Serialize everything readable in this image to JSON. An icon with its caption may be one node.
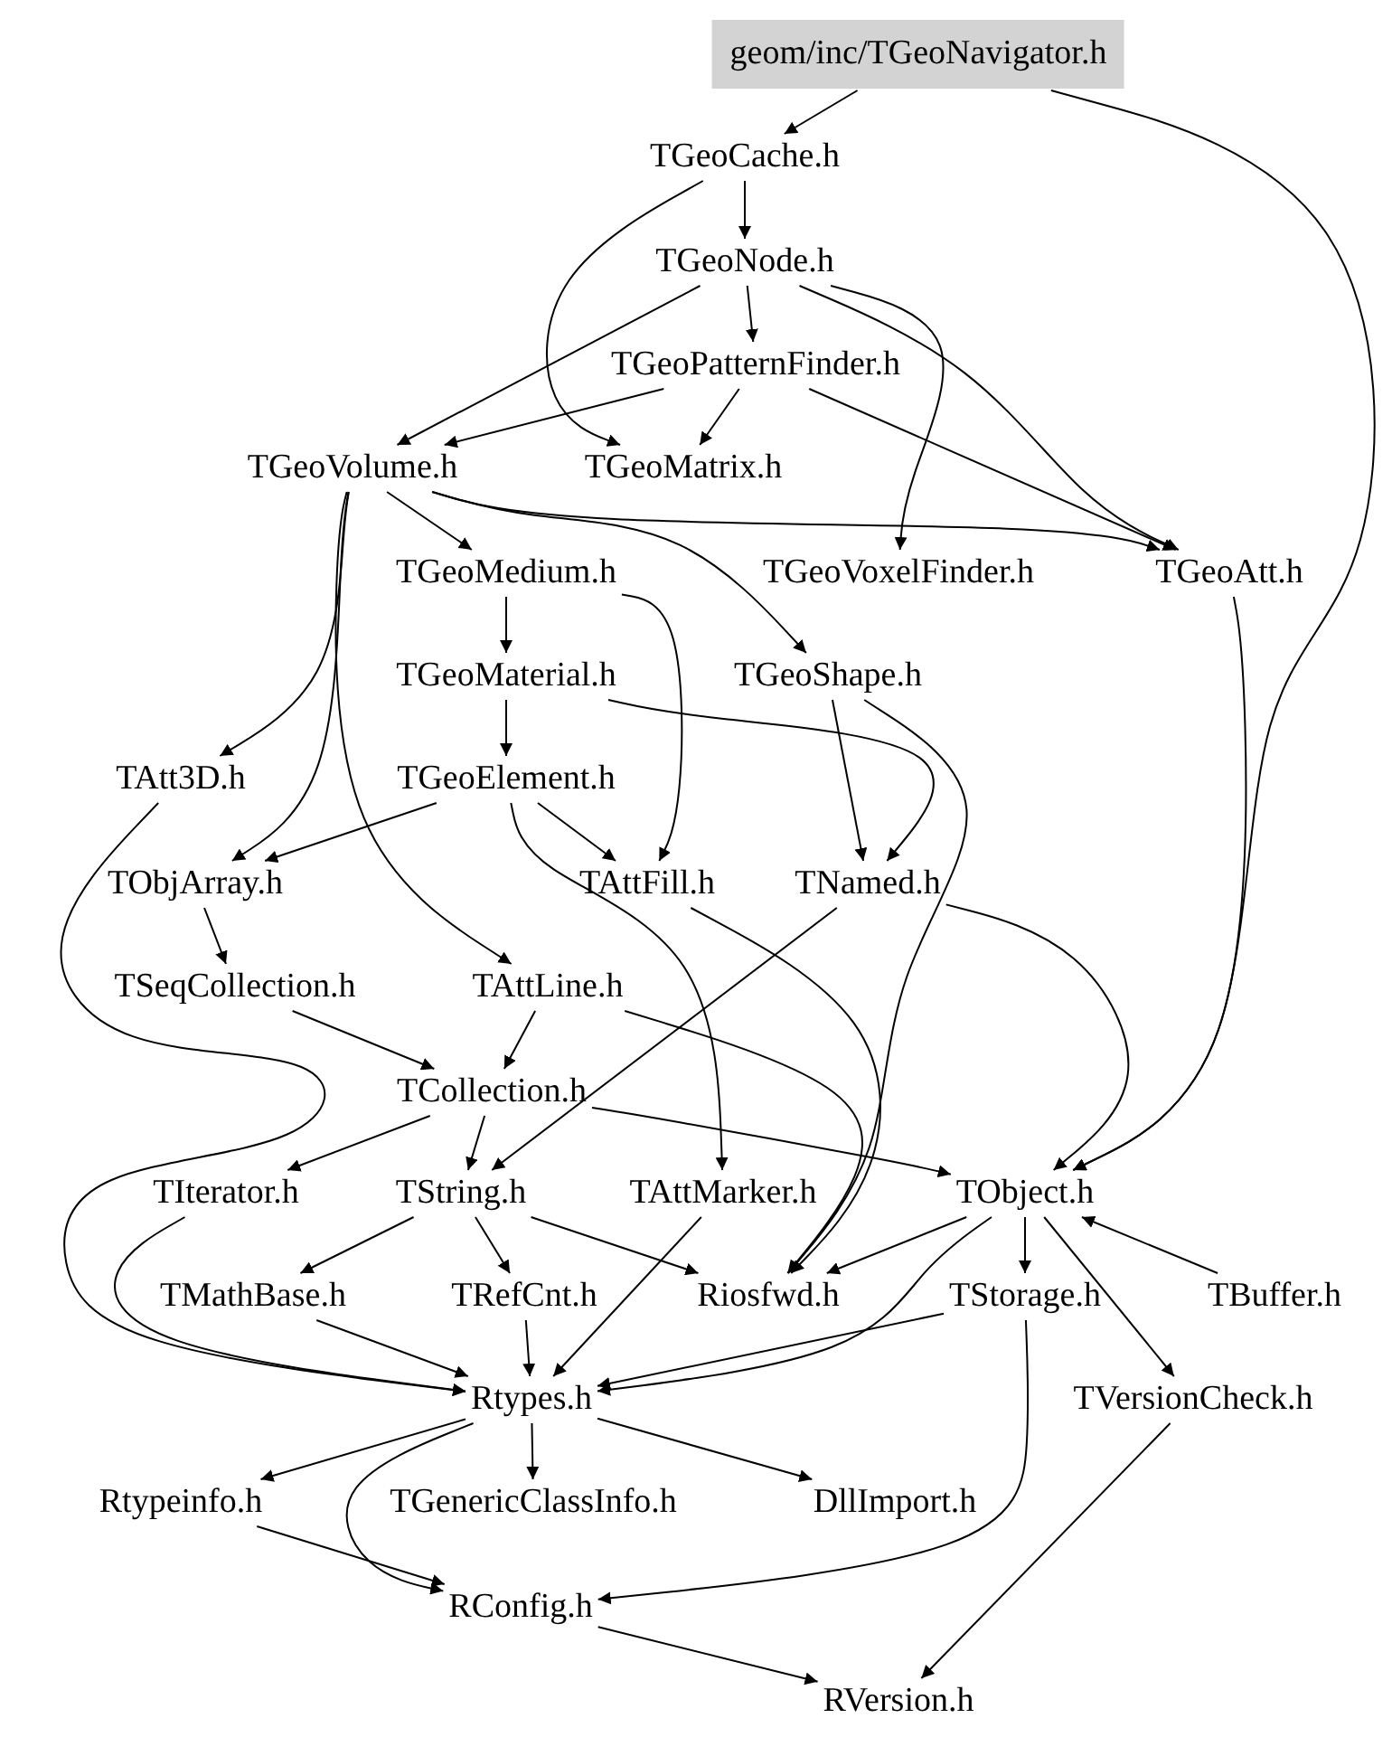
{
  "diagram": {
    "nodes": [
      {
        "text": [
          "geom/inc/TGeoNavigator.h"
        ]
      },
      {
        "text": [
          "TGeoCache.h"
        ]
      },
      {
        "text": [
          "TGeoNode.h"
        ]
      },
      {
        "text": [
          "TGeoPatternFinder.h"
        ]
      },
      {
        "text": [
          "TGeoVolume.h"
        ]
      },
      {
        "text": [
          "TGeoMatrix.h"
        ]
      },
      {
        "text": [
          "TGeoMedium.h"
        ]
      },
      {
        "text": [
          "TGeoVoxelFinder.h"
        ]
      },
      {
        "text": [
          "TGeoAtt.h"
        ]
      },
      {
        "text": [
          "TGeoMaterial.h"
        ]
      },
      {
        "text": [
          "TGeoShape.h"
        ]
      },
      {
        "text": [
          "TAtt3D.h"
        ]
      },
      {
        "text": [
          "TGeoElement.h"
        ]
      },
      {
        "text": [
          "TObjArray.h"
        ]
      },
      {
        "text": [
          "TAttFill.h"
        ]
      },
      {
        "text": [
          "TNamed.h"
        ]
      },
      {
        "text": [
          "TSeqCollection.h"
        ]
      },
      {
        "text": [
          "TAttLine.h"
        ]
      },
      {
        "text": [
          "TCollection.h"
        ]
      },
      {
        "text": [
          "TIterator.h"
        ]
      },
      {
        "text": [
          "TString.h"
        ]
      },
      {
        "text": [
          "TAttMarker.h"
        ]
      },
      {
        "text": [
          "TObject.h"
        ]
      },
      {
        "text": [
          "TMathBase.h"
        ]
      },
      {
        "text": [
          "TRefCnt.h"
        ]
      },
      {
        "text": [
          "Riosfwd.h"
        ]
      },
      {
        "text": [
          "TStorage.h"
        ]
      },
      {
        "text": [
          "TBuffer.h"
        ]
      },
      {
        "text": [
          "Rtypes.h"
        ]
      },
      {
        "text": [
          "TVersionCheck.h"
        ]
      },
      {
        "text": [
          "Rtypeinfo.h"
        ]
      },
      {
        "text": [
          "TGenericClassInfo.h"
        ]
      },
      {
        "text": [
          "DllImport.h"
        ]
      },
      {
        "text": [
          "RConfig.h"
        ]
      },
      {
        "text": [
          "RVersion.h"
        ]
      }
    ],
    "edges": [
      {
        "from": 0,
        "to": 1,
        "arrow": "to"
      },
      {
        "from": 0,
        "to": 22,
        "arrow": "to"
      },
      {
        "from": 1,
        "to": 2,
        "arrow": "to"
      },
      {
        "from": 1,
        "to": 5,
        "arrow": "to"
      },
      {
        "from": 2,
        "to": 3,
        "arrow": "to"
      },
      {
        "from": 2,
        "to": 4,
        "arrow": "to"
      },
      {
        "from": 2,
        "to": 7,
        "arrow": "to"
      },
      {
        "from": 2,
        "to": 8,
        "arrow": "to"
      },
      {
        "from": 3,
        "to": 4,
        "arrow": "to"
      },
      {
        "from": 3,
        "to": 5,
        "arrow": "to"
      },
      {
        "from": 3,
        "to": 8,
        "arrow": "to"
      },
      {
        "from": 4,
        "to": 6,
        "arrow": "to"
      },
      {
        "from": 4,
        "to": 11,
        "arrow": "to"
      },
      {
        "from": 4,
        "to": 13,
        "arrow": "to"
      },
      {
        "from": 4,
        "to": 17,
        "arrow": "to"
      },
      {
        "from": 4,
        "to": 10,
        "arrow": "to"
      },
      {
        "from": 4,
        "to": 8,
        "arrow": "to"
      },
      {
        "from": 6,
        "to": 9,
        "arrow": "to"
      },
      {
        "from": 6,
        "to": 14,
        "arrow": "to"
      },
      {
        "from": 9,
        "to": 12,
        "arrow": "to"
      },
      {
        "from": 9,
        "to": 15,
        "arrow": "to"
      },
      {
        "from": 10,
        "to": 15,
        "arrow": "to"
      },
      {
        "from": 10,
        "to": 25,
        "arrow": "to"
      },
      {
        "from": 12,
        "to": 13,
        "arrow": "to"
      },
      {
        "from": 12,
        "to": 14,
        "arrow": "to"
      },
      {
        "from": 12,
        "to": 21,
        "arrow": "to"
      },
      {
        "from": 14,
        "to": 25,
        "arrow": "to"
      },
      {
        "from": 15,
        "to": 20,
        "arrow": "to"
      },
      {
        "from": 15,
        "to": 22,
        "arrow": "to"
      },
      {
        "from": 13,
        "to": 16,
        "arrow": "to"
      },
      {
        "from": 16,
        "to": 18,
        "arrow": "to"
      },
      {
        "from": 17,
        "to": 18,
        "arrow": "to"
      },
      {
        "from": 17,
        "to": 25,
        "arrow": "to"
      },
      {
        "from": 11,
        "to": 28,
        "arrow": "to"
      },
      {
        "from": 18,
        "to": 19,
        "arrow": "to"
      },
      {
        "from": 18,
        "to": 20,
        "arrow": "to"
      },
      {
        "from": 18,
        "to": 22,
        "arrow": "to"
      },
      {
        "from": 20,
        "to": 23,
        "arrow": "to"
      },
      {
        "from": 20,
        "to": 24,
        "arrow": "to"
      },
      {
        "from": 20,
        "to": 25,
        "arrow": "to"
      },
      {
        "from": 21,
        "to": 28,
        "arrow": "to"
      },
      {
        "from": 22,
        "to": 25,
        "arrow": "to"
      },
      {
        "from": 22,
        "to": 26,
        "arrow": "to"
      },
      {
        "from": 22,
        "to": 28,
        "arrow": "to"
      },
      {
        "from": 22,
        "to": 29,
        "arrow": "to"
      },
      {
        "from": 27,
        "to": 22,
        "arrow": "to"
      },
      {
        "from": 8,
        "to": 22,
        "arrow": "to"
      },
      {
        "from": 26,
        "to": 28,
        "arrow": "to"
      },
      {
        "from": 26,
        "to": 33,
        "arrow": "to"
      },
      {
        "from": 19,
        "to": 28,
        "arrow": "to"
      },
      {
        "from": 23,
        "to": 28,
        "arrow": "to"
      },
      {
        "from": 24,
        "to": 28,
        "arrow": "to"
      },
      {
        "from": 28,
        "to": 30,
        "arrow": "to"
      },
      {
        "from": 28,
        "to": 31,
        "arrow": "to"
      },
      {
        "from": 28,
        "to": 32,
        "arrow": "to"
      },
      {
        "from": 28,
        "to": 33,
        "arrow": "to"
      },
      {
        "from": 30,
        "to": 33,
        "arrow": "to"
      },
      {
        "from": 29,
        "to": 34,
        "arrow": "to"
      },
      {
        "from": 33,
        "to": 34,
        "arrow": "to"
      }
    ]
  }
}
